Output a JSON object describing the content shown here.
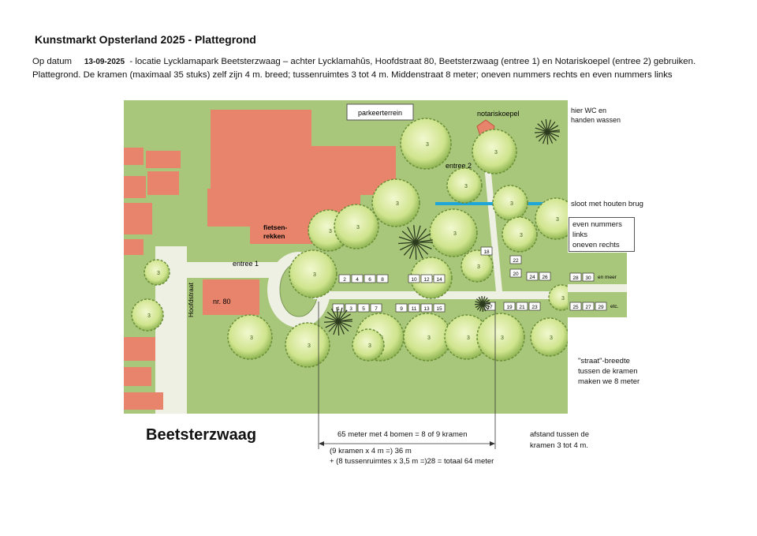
{
  "title": "Kunstmarkt Opsterland 2025 - Plattegrond",
  "intro": {
    "prefix": "Op datum",
    "date": "13-09-2025",
    "line1_rest": "- locatie Lycklamapark Beetsterzwaag – achter Lycklamahûs, Hoofdstraat 80, Beetsterzwaag (entree 1) en Notariskoepel (entree 2) gebruiken.",
    "line2": "Plattegrond. De kramen (maximaal 35 stuks) zelf zijn 4 m. breed; tussenruimtes 3  tot 4 m. Middenstraat 8 meter;  oneven nummers rechts en even nummers links"
  },
  "map": {
    "parking_label": "parkeerterrein",
    "notariskoepel_label": "notariskoepel",
    "entree2_label": "entree 2",
    "entree1_label": "entree 1",
    "fietsenrekken_label_1": "fietsen-",
    "fietsenrekken_label_2": "rekken",
    "hoofdstraat_label": "Hoofdstraat",
    "nr80_label": "nr. 80",
    "tree_number": "3",
    "stalls_top_row": [
      "2",
      "4",
      "6",
      "8",
      "10",
      "12",
      "14"
    ],
    "stalls_top_right": [
      "24",
      "26"
    ],
    "stalls_top_far": [
      "28",
      "30"
    ],
    "stall_18": "18",
    "stall_22": "22",
    "stall_20": "20",
    "stalls_bottom_row": [
      "1",
      "3",
      "5",
      "7",
      "9",
      "11",
      "13",
      "15"
    ],
    "stall_17": "17",
    "stalls_bottom_right": [
      "19",
      "21",
      "23"
    ],
    "stalls_bottom_far": [
      "25",
      "27",
      "29"
    ],
    "en_meer": "en meer",
    "etc": "etc.",
    "colors": {
      "grass": "#a9c77a",
      "path": "#eef0e4",
      "building": "#e8846b",
      "water": "#1ea6d8",
      "tree": "#d9ec9b",
      "tree_dark": "#7da64a"
    }
  },
  "notes": {
    "wc_1": "hier WC en",
    "wc_2": "handen wassen",
    "sloot": "sloot met houten brug",
    "legend_1": "even nummers",
    "legend_2": "links",
    "legend_3": "oneven rechts",
    "street_1": "\"straat\"-breedte",
    "street_2": "tussen de kramen",
    "street_3_a": "maken we ",
    "street_3_b": "8 meter",
    "afstand_1": "afstand tussen de",
    "afstand_2": "kramen 3 tot 4 m."
  },
  "place_name": "Beetsterzwaag",
  "dimensions": {
    "line1": "65 meter met 4 bomen = 8 of 9 kramen",
    "line2": "(9 kramen x 4 m =) 36 m",
    "line3": "+ (8 tussenruimtes x 3,5 m =)28 = totaal 64 meter"
  }
}
